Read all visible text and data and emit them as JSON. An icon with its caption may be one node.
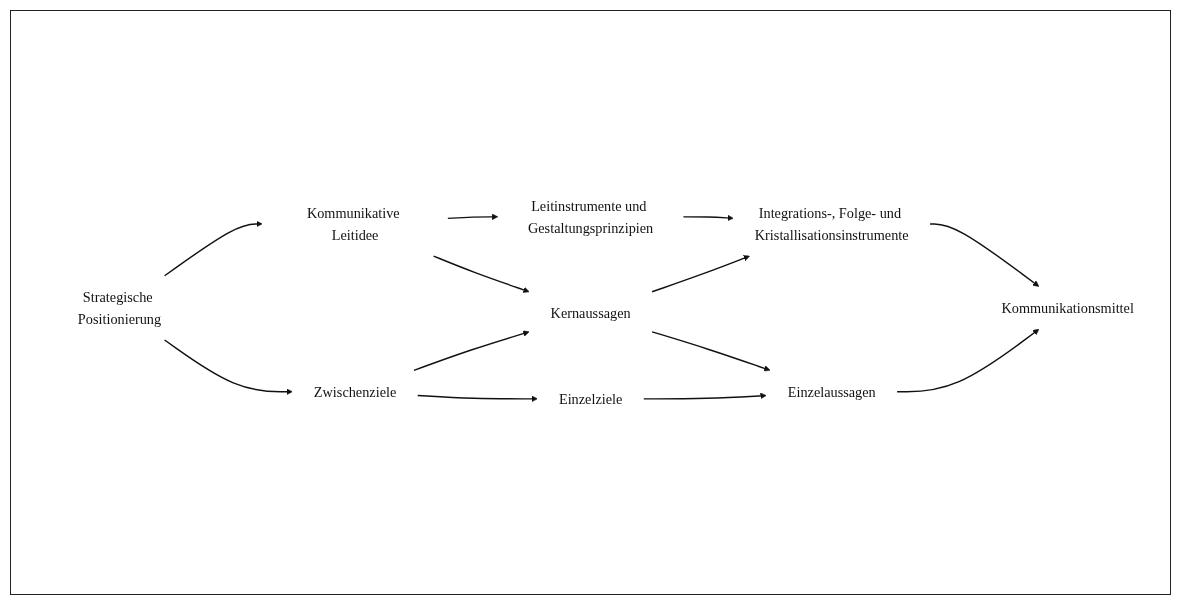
{
  "diagram": {
    "nodes": [
      {
        "text": [
          "Strategische Positionierung"
        ]
      },
      {
        "text": [
          "Kommunikative Leitidee"
        ]
      },
      {
        "text": [
          "Leitinstrumente und Gestaltungsprinzipien"
        ]
      },
      {
        "text": [
          "Zwischenziele"
        ]
      },
      {
        "text": [
          "Kernaussagen"
        ]
      },
      {
        "text": [
          "Integrations-, Folge- und Kristallisationsinstrumente"
        ]
      },
      {
        "text": [
          "Einzelziele"
        ]
      },
      {
        "text": [
          "Einzelaussagen"
        ]
      },
      {
        "text": [
          "Kommunikationsmittel"
        ]
      }
    ],
    "edges": [
      {
        "from": 0,
        "to": 1,
        "arrow": "to"
      },
      {
        "from": 1,
        "to": 2,
        "arrow": "to"
      },
      {
        "from": 0,
        "to": 3,
        "arrow": "to"
      },
      {
        "from": 1,
        "to": 4,
        "arrow": "to"
      },
      {
        "from": 2,
        "to": 5,
        "arrow": "to"
      },
      {
        "from": 3,
        "to": 4,
        "arrow": "to"
      },
      {
        "from": 4,
        "to": 5,
        "arrow": "to"
      },
      {
        "from": 3,
        "to": 6,
        "arrow": "to"
      },
      {
        "from": 4,
        "to": 7,
        "arrow": "to"
      },
      {
        "from": 5,
        "to": 8,
        "arrow": "to"
      },
      {
        "from": 6,
        "to": 7,
        "arrow": "to"
      },
      {
        "from": 7,
        "to": 8,
        "arrow": "to"
      }
    ]
  }
}
